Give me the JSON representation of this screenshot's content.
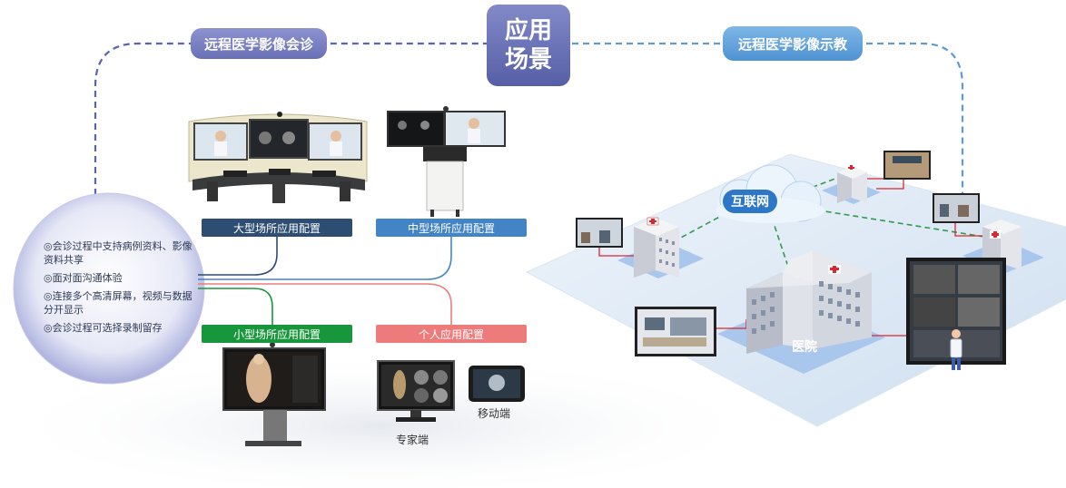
{
  "center_title": "应用\n场景",
  "left_branch": "远程医学影像会诊",
  "right_branch": "远程医学影像示教",
  "features": [
    "◎会诊过程中支持病例资料、影像资料共享",
    "◎面对面沟通体验",
    "◎连接多个高清屏幕，视频与数据分开显示",
    "◎会诊过程可选择录制留存"
  ],
  "configs": {
    "large": "大型场所应用配置",
    "medium": "中型场所应用配置",
    "small": "小型场所应用配置",
    "personal": "个人应用配置"
  },
  "devices": {
    "expert": "专家端",
    "mobile": "移动端"
  },
  "network": {
    "cloud_label": "互联网",
    "hospital_label": "医院"
  },
  "colors": {
    "dash_left": "#5b63b0",
    "dash_right": "#5d9ad2",
    "large_bar": "#2e4d73",
    "medium_bar": "#4384c6",
    "small_bar": "#18963c",
    "personal_bar": "#ee7b7b"
  }
}
